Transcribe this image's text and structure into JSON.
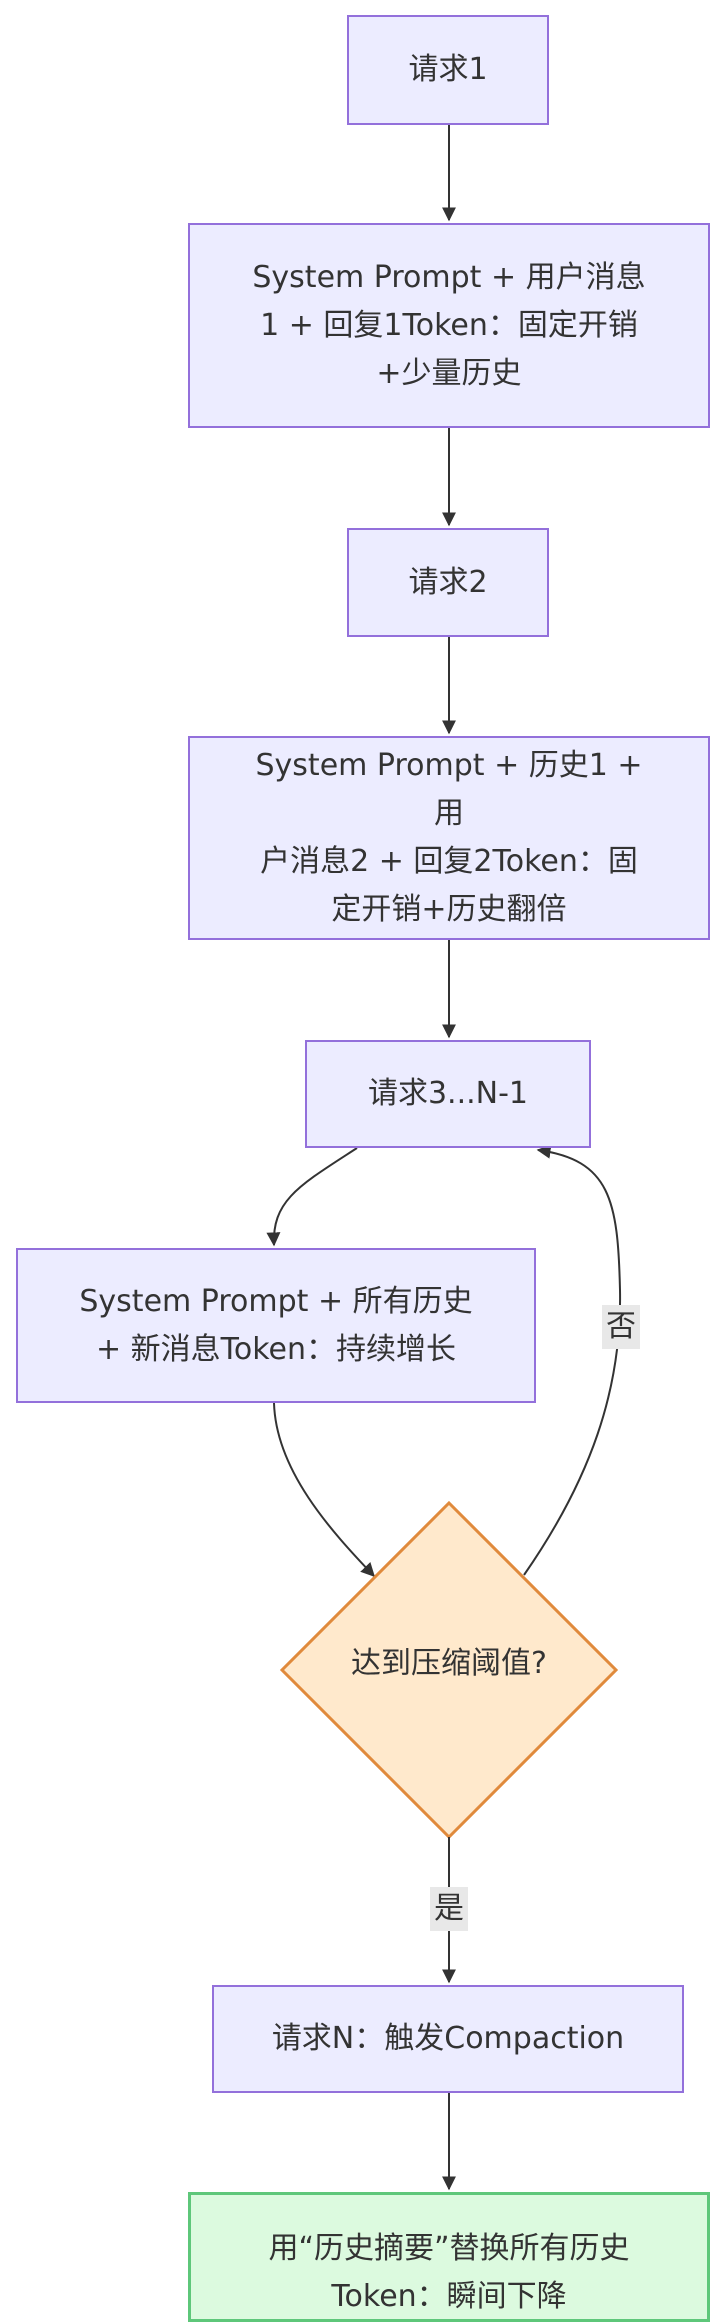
{
  "nodes": {
    "request_1": "请求1",
    "step_1_line1": "System Prompt + 用户消息",
    "step_1_line2": "1 + 回复1Token：固定开销",
    "step_1_line3": "+少量历史",
    "request_2": "请求2",
    "step_2_line1": "System Prompt + 历史1 + 用",
    "step_2_line2": "户消息2 + 回复2Token：固",
    "step_2_line3": "定开销+历史翻倍",
    "request_3_n1": "请求3...N-1",
    "step_3_line1": "System Prompt + 所有历史",
    "step_3_line2": "+ 新消息Token：持续增长",
    "decision": "达到压缩阈值?",
    "request_n": "请求N：触发Compaction",
    "final_line1": "用“历史摘要”替换所有历史",
    "final_line2": "Token：瞬间下降"
  },
  "edges": {
    "no_label": "否",
    "yes_label": "是"
  },
  "colors": {
    "node_fill": "#ececff",
    "node_stroke": "#9370db",
    "decision_fill": "#ffe9cc",
    "decision_stroke": "#e08a3c",
    "final_fill": "#dcfadf",
    "final_stroke": "#5ec77a",
    "edge": "#333333"
  }
}
